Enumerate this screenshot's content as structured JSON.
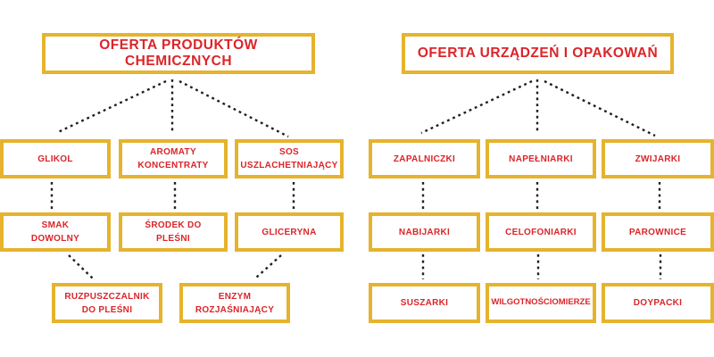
{
  "diagram": {
    "background_color": "#ffffff",
    "box_border_color": "#e6b32e",
    "box_fill_color": "#ffffff",
    "label_color": "#db2529",
    "connector_color": "#1f1f1f",
    "connector_style": "dashed",
    "trees": [
      {
        "id": "chemical-products",
        "title": "OFERTA PRODUKTÓW CHEMICZNYCH",
        "nodes": {
          "glikol": "GLIKOL",
          "aromaty_koncentraty": "AROMATY\nKONCENTRATY",
          "sos_uszlachetniajacy": "SOS\nUSZLACHETNIAJĄCY",
          "smak_dowolny": "SMAK\nDOWOLNY",
          "srodek_do_plesni": "ŚRODEK DO\nPLEŚNI",
          "gliceryna": "GLICERYNA",
          "ruzpuszczalnik_do_plesni": "RUZPUSZCZALNIK\nDO PLEŚNI",
          "enzym_rozjasniajacy": "ENZYM\nROZJAŚNIAJĄCY"
        },
        "edges": [
          [
            "OFERTA PRODUKTÓW CHEMICZNYCH",
            "GLIKOL"
          ],
          [
            "OFERTA PRODUKTÓW CHEMICZNYCH",
            "AROMATY KONCENTRATY"
          ],
          [
            "OFERTA PRODUKTÓW CHEMICZNYCH",
            "SOS USZLACHETNIAJĄCY"
          ],
          [
            "GLIKOL",
            "SMAK DOWOLNY"
          ],
          [
            "AROMATY KONCENTRATY",
            "ŚRODEK DO PLEŚNI"
          ],
          [
            "SOS USZLACHETNIAJĄCY",
            "GLICERYNA"
          ],
          [
            "SMAK DOWOLNY",
            "RUZPUSZCZALNIK DO PLEŚNI"
          ],
          [
            "GLICERYNA",
            "ENZYM ROZJAŚNIAJĄCY"
          ]
        ]
      },
      {
        "id": "devices-packaging",
        "title": "OFERTA URZĄDZEŃ I OPAKOWAŃ",
        "nodes": {
          "zapalniczki": "ZAPALNICZKI",
          "napelniarki": "NAPEŁNIARKI",
          "zwijarki": "ZWIJARKI",
          "nabijarki": "NABIJARKI",
          "celofoniarki": "CELOFONIARKI",
          "parownice": "PAROWNICE",
          "suszarki": "SUSZARKI",
          "wilgotnosciomierze": "WILGOTNOŚCIOMIERZE",
          "doypacki": "DOYPACKI"
        },
        "edges": [
          [
            "OFERTA URZĄDZEŃ I OPAKOWAŃ",
            "ZAPALNICZKI"
          ],
          [
            "OFERTA URZĄDZEŃ I OPAKOWAŃ",
            "NAPEŁNIARKI"
          ],
          [
            "OFERTA URZĄDZEŃ I OPAKOWAŃ",
            "ZWIJARKI"
          ],
          [
            "ZAPALNICZKI",
            "NABIJARKI"
          ],
          [
            "NAPEŁNIARKI",
            "CELOFONIARKI"
          ],
          [
            "ZWIJARKI",
            "PAROWNICE"
          ],
          [
            "NABIJARKI",
            "SUSZARKI"
          ],
          [
            "CELOFONIARKI",
            "WILGOTNOŚCIOMIERZE"
          ],
          [
            "PAROWNICE",
            "DOYPACKI"
          ]
        ]
      }
    ]
  }
}
